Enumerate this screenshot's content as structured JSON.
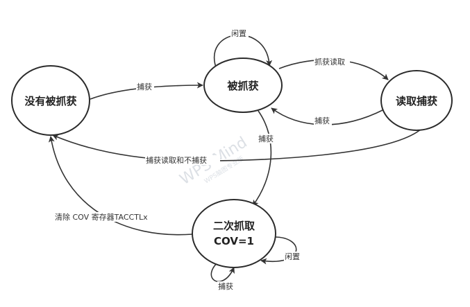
{
  "nodes": {
    "no_capture": "没有被抓获",
    "captured": "被抓获",
    "read_capture": "读取捕获",
    "second_capture_line1": "二次抓取",
    "second_capture_line2": "COV=1"
  },
  "edges": {
    "idle_top": "闲置",
    "no_to_captured": "捕获",
    "captured_to_read": "抓获读取",
    "read_to_captured": "捕获",
    "captured_to_second": "捕获",
    "read_to_no": "捕获读取和不捕获",
    "second_to_no": "清除 COV 寄存器TACCTLx",
    "idle_second": "闲置",
    "capture_second": "捕获"
  },
  "watermark": {
    "main": "WPS Mind",
    "sub": "WPS脑图专业版"
  },
  "colors": {
    "stroke": "#2b2b2b",
    "text": "#222222",
    "watermark": "#d9dde3"
  }
}
